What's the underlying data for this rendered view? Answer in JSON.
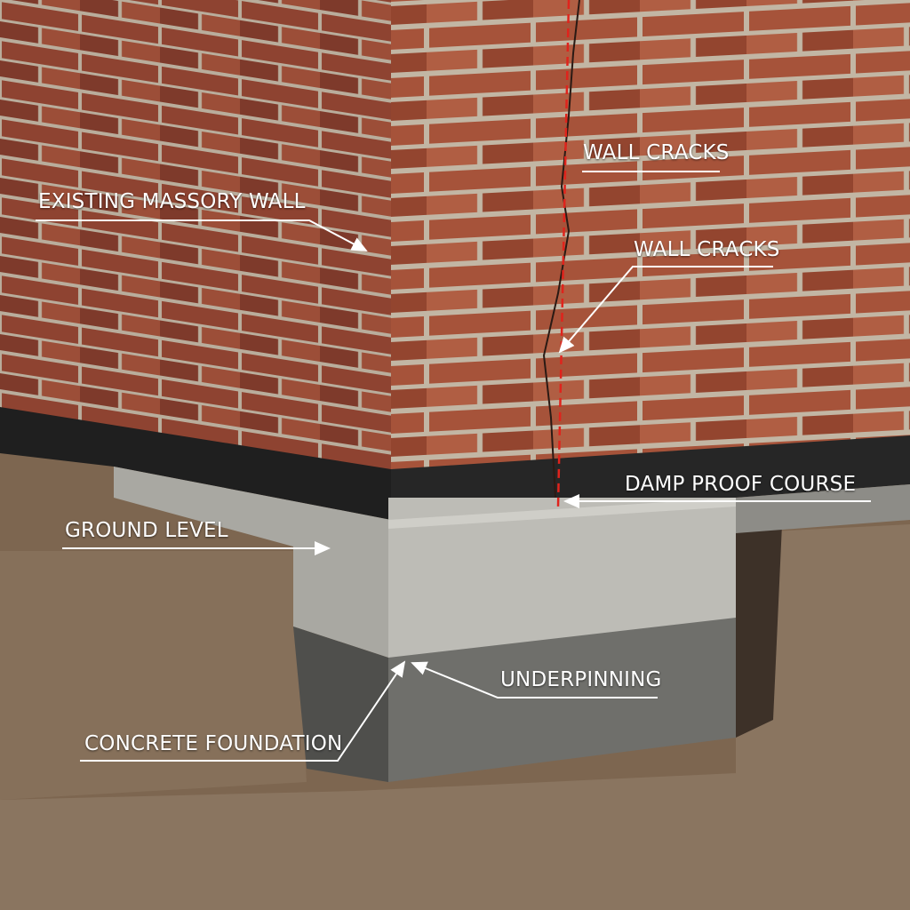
{
  "labels": {
    "masonry_wall": "EXISTING MASSORY WALL",
    "wall_cracks_1": "WALL CRACKS",
    "wall_cracks_2": "WALL CRACKS",
    "damp_proof_course": "DAMP PROOF COURSE",
    "ground_level": "GROUND LEVEL",
    "underpinning": "UNDERPINNING",
    "concrete_foundation": "CONCRETE FOUNDATION"
  },
  "colors": {
    "brick": "#9a4a33",
    "mortar": "#b9ad9c",
    "dpc": "#1e1e1e",
    "concrete_light": "#bdbcb6",
    "concrete_dark": "#6f6f6b",
    "soil": "#7d6650",
    "crack_marker": "#e0231c",
    "annotation": "#ffffff"
  }
}
